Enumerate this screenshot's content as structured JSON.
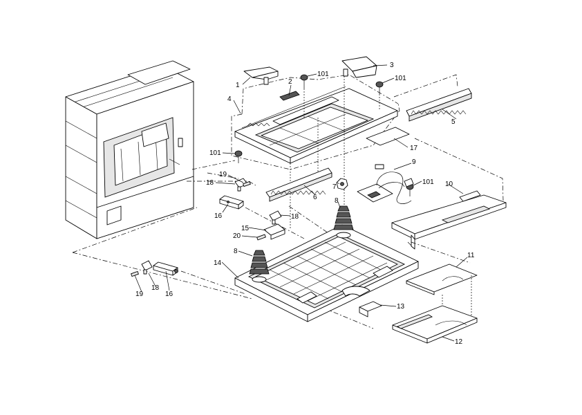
{
  "diagram": {
    "callouts": [
      {
        "id": "c1",
        "label": "1"
      },
      {
        "id": "c2",
        "label": "2"
      },
      {
        "id": "c3",
        "label": "3"
      },
      {
        "id": "c4",
        "label": "4"
      },
      {
        "id": "c5",
        "label": "5"
      },
      {
        "id": "c6",
        "label": "6"
      },
      {
        "id": "c7",
        "label": "7"
      },
      {
        "id": "c8a",
        "label": "8"
      },
      {
        "id": "c8b",
        "label": "8"
      },
      {
        "id": "c9",
        "label": "9"
      },
      {
        "id": "c10",
        "label": "10"
      },
      {
        "id": "c11",
        "label": "11"
      },
      {
        "id": "c12",
        "label": "12"
      },
      {
        "id": "c13",
        "label": "13"
      },
      {
        "id": "c14",
        "label": "14"
      },
      {
        "id": "c15",
        "label": "15"
      },
      {
        "id": "c16a",
        "label": "16"
      },
      {
        "id": "c16b",
        "label": "16"
      },
      {
        "id": "c17",
        "label": "17"
      },
      {
        "id": "c18a",
        "label": "18"
      },
      {
        "id": "c18b",
        "label": "18"
      },
      {
        "id": "c18c",
        "label": "18"
      },
      {
        "id": "c19a",
        "label": "19"
      },
      {
        "id": "c19b",
        "label": "19"
      },
      {
        "id": "c20",
        "label": "20"
      },
      {
        "id": "c101a",
        "label": "101"
      },
      {
        "id": "c101b",
        "label": "101"
      },
      {
        "id": "c101c",
        "label": "101"
      },
      {
        "id": "c101d",
        "label": "101"
      }
    ]
  }
}
